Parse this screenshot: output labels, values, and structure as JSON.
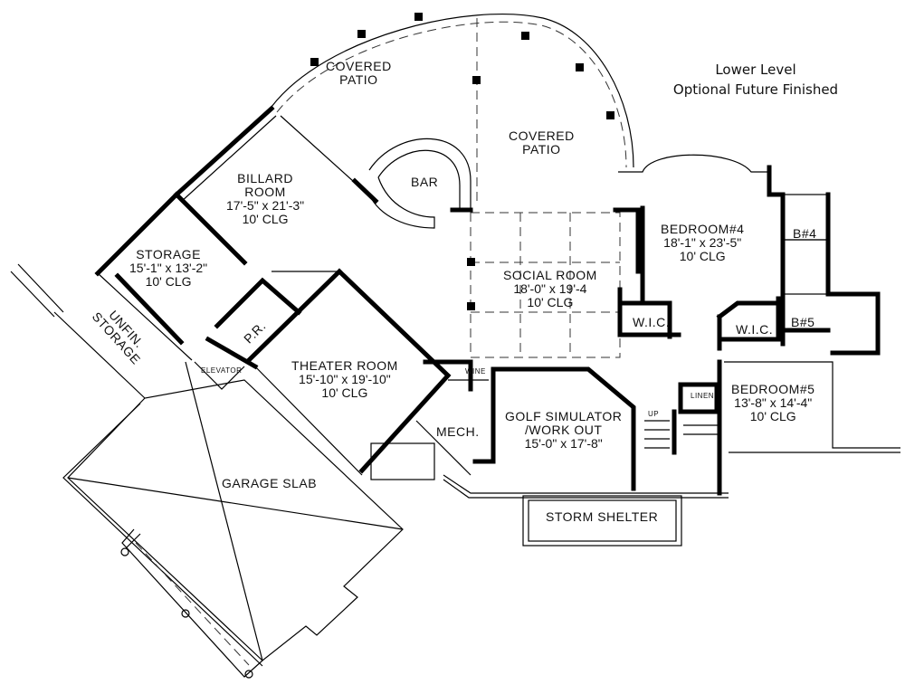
{
  "title": {
    "line1": "Lower Level",
    "line2": "Optional Future Finished"
  },
  "rooms": [
    {
      "id": "covered-patio-1",
      "name": "COVERED",
      "name2": "PATIO"
    },
    {
      "id": "covered-patio-2",
      "name": "COVERED",
      "name2": "PATIO"
    },
    {
      "id": "billard-room",
      "name": "BILLARD",
      "name2": "ROOM",
      "dims": "17'-5\" x 21'-3\"",
      "ceiling": "10' CLG"
    },
    {
      "id": "bar",
      "name": "BAR"
    },
    {
      "id": "storage",
      "name": "STORAGE",
      "dims": "15'-1\" x 13'-2\"",
      "ceiling": "10' CLG"
    },
    {
      "id": "unfin-storage",
      "name": "UNFIN.",
      "name2": "STORAGE"
    },
    {
      "id": "social-room",
      "name": "SOCIAL ROOM",
      "dims": "18'-0\" x 19'-4",
      "ceiling": "10' CLG"
    },
    {
      "id": "bedroom-4",
      "name": "BEDROOM#4",
      "dims": "18'-1\" x 23'-5\"",
      "ceiling": "10' CLG"
    },
    {
      "id": "bath-4",
      "name": "B#4"
    },
    {
      "id": "bath-5",
      "name": "B#5"
    },
    {
      "id": "wic-1",
      "name": "W.I.C."
    },
    {
      "id": "wic-2",
      "name": "W.I.C."
    },
    {
      "id": "powder-room",
      "name": "P.R."
    },
    {
      "id": "elevator",
      "name": "ELEVATOR"
    },
    {
      "id": "theater-room",
      "name": "THEATER ROOM",
      "dims": "15'-10\" x 19'-10\"",
      "ceiling": "10' CLG"
    },
    {
      "id": "wine",
      "name": "WINE"
    },
    {
      "id": "mech",
      "name": "MECH."
    },
    {
      "id": "golf-simulator",
      "name": "GOLF SIMULATOR",
      "name2": "/WORK OUT",
      "dims": "15'-0\" x 17'-8\""
    },
    {
      "id": "stairs-up",
      "name": "UP"
    },
    {
      "id": "linen",
      "name": "LINEN"
    },
    {
      "id": "bedroom-5",
      "name": "BEDROOM#5",
      "dims": "13'-8\" x 14'-4\"",
      "ceiling": "10' CLG"
    },
    {
      "id": "storm-shelter",
      "name": "STORM SHELTER"
    },
    {
      "id": "garage-slab",
      "name": "GARAGE SLAB"
    }
  ]
}
